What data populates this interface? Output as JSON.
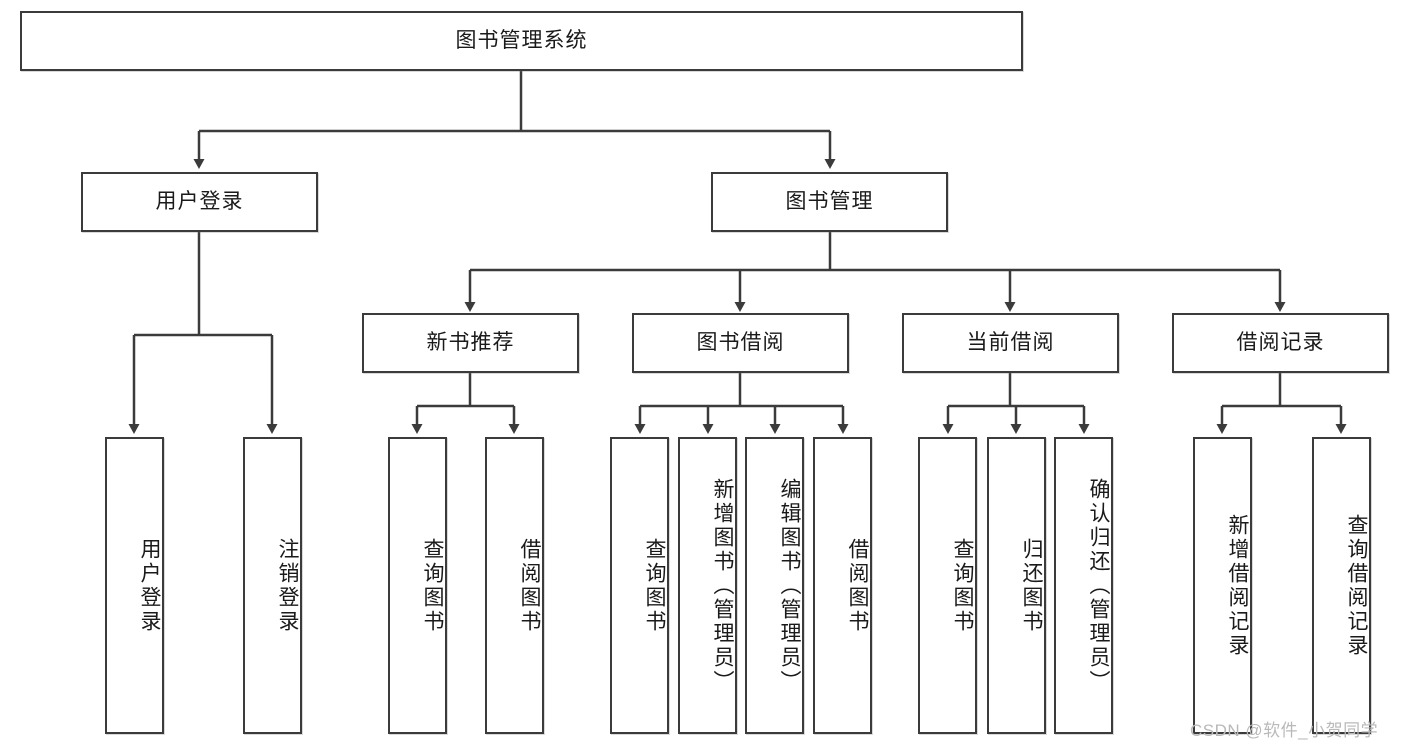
{
  "diagram": {
    "type": "tree",
    "title_node": {
      "label": "图书管理系统"
    },
    "level2": [
      {
        "label": "用户登录"
      },
      {
        "label": "图书管理"
      }
    ],
    "level3": [
      {
        "label": "新书推荐"
      },
      {
        "label": "图书借阅"
      },
      {
        "label": "当前借阅"
      },
      {
        "label": "借阅记录"
      }
    ],
    "leaves": {
      "user_login": [
        {
          "label": "用户登录"
        },
        {
          "label": "注销登录"
        }
      ],
      "new_book_recommend": [
        {
          "label": "查询图书"
        },
        {
          "label": "借阅图书"
        }
      ],
      "book_borrow": [
        {
          "label": "查询图书"
        },
        {
          "label": "新增图书（管理员）"
        },
        {
          "label": "编辑图书（管理员）"
        },
        {
          "label": "借阅图书"
        }
      ],
      "current_borrow": [
        {
          "label": "查询图书"
        },
        {
          "label": "归还图书"
        },
        {
          "label": "确认归还（管理员）"
        }
      ],
      "borrow_record": [
        {
          "label": "新增借阅记录"
        },
        {
          "label": "查询借阅记录"
        }
      ]
    }
  },
  "watermark": {
    "text": "CSDN @软件_小贺同学"
  },
  "colors": {
    "stroke": "#3b3b3b",
    "fill": "#ffffff",
    "text": "#1a1a1a",
    "watermark": "#b9b9b9"
  }
}
